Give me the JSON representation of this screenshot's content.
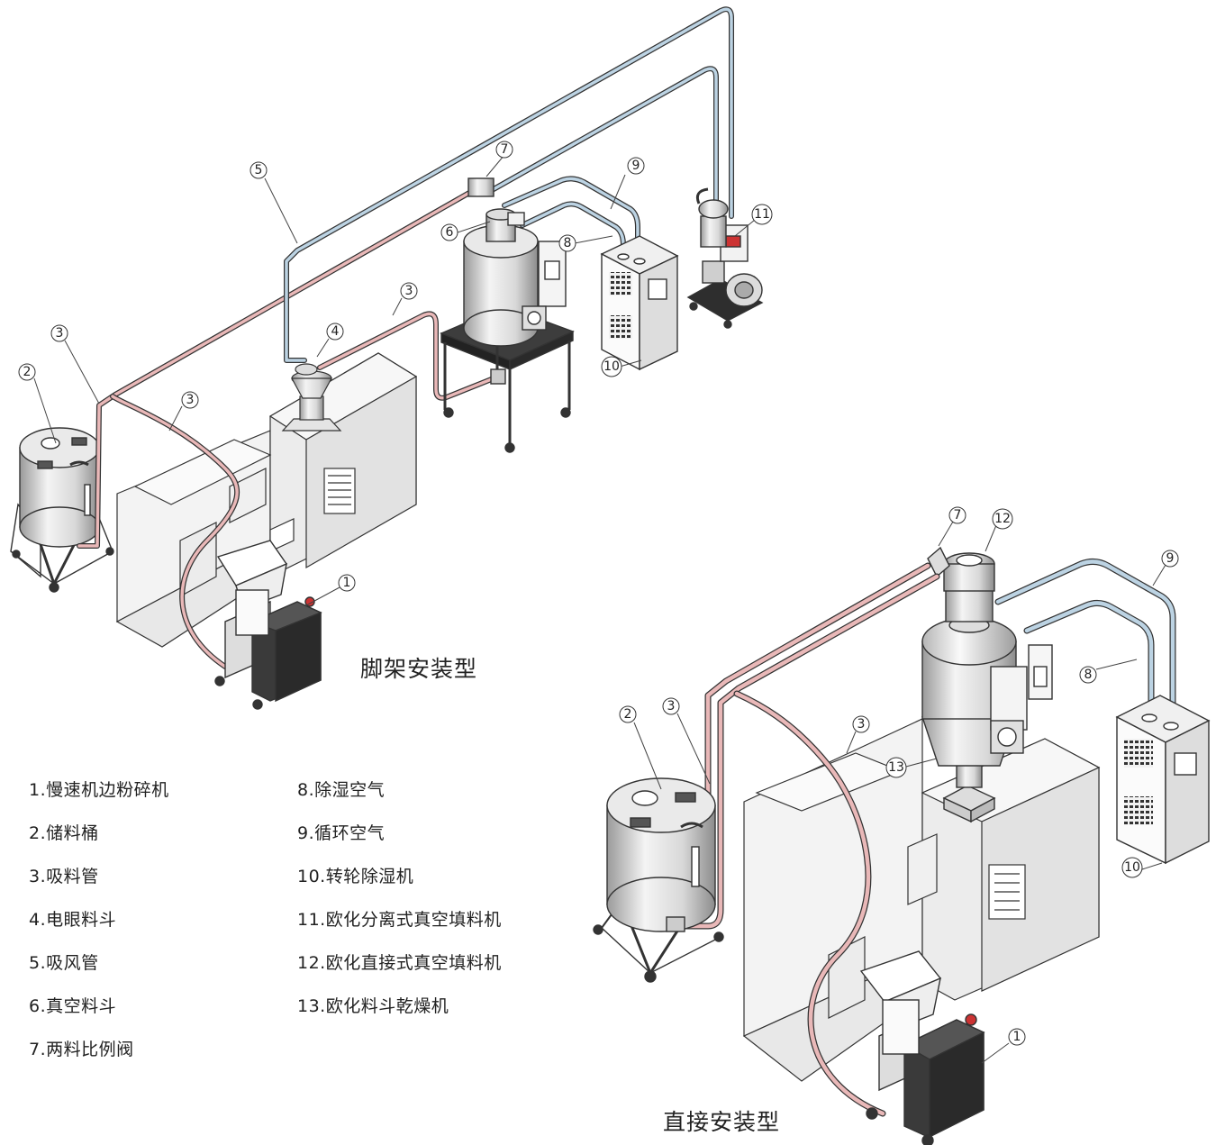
{
  "captions": {
    "tripod": "脚架安装型",
    "direct": "直接安装型"
  },
  "legend": {
    "col1": [
      "1.慢速机边粉碎机",
      "2.储料桶",
      "3.吸料管",
      "4.电眼料斗",
      "5.吸风管",
      "6.真空料斗",
      "7.两料比例阀"
    ],
    "col2": [
      "8.除湿空气",
      "9.循环空气",
      "10.转轮除湿机",
      "11.欧化分离式真空填料机",
      "12.欧化直接式真空填料机",
      "13.欧化料斗乾燥机"
    ]
  },
  "callouts": {
    "c_top_5": "5",
    "c_top_7": "7",
    "c_top_9": "9",
    "c_top_6": "6",
    "c_top_8": "8",
    "c_top_11": "11",
    "c_top_3a": "3",
    "c_top_3b": "3",
    "c_top_3c": "3",
    "c_top_4": "4",
    "c_top_2": "2",
    "c_top_10": "10",
    "c_top_1": "1",
    "c_bot_7": "7",
    "c_bot_12": "12",
    "c_bot_9": "9",
    "c_bot_8": "8",
    "c_bot_2": "2",
    "c_bot_3a": "3",
    "c_bot_3b": "3",
    "c_bot_13": "13",
    "c_bot_10": "10",
    "c_bot_1": "1"
  },
  "colors": {
    "material_pipe": "#e9b8b8",
    "air_pipe": "#bcd3e3",
    "machine_body": "#eeeeee",
    "dark_unit": "#3a3a3a",
    "line": "#222222"
  }
}
